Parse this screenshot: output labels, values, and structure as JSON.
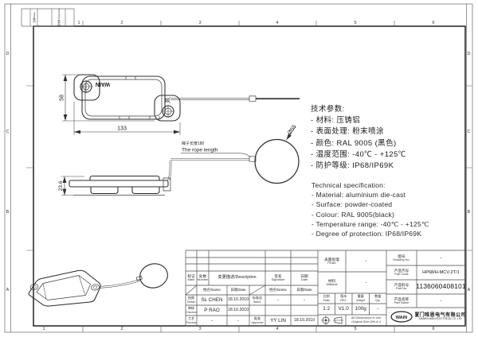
{
  "frame": {
    "zone_numbers": [
      "1",
      "2",
      "3",
      "4",
      "5",
      "6"
    ],
    "zone_letters": [
      "D",
      "C",
      "B",
      "A"
    ],
    "corner": {
      "c1": "日期/Date",
      "c2": "更改单 Dwg.Data"
    }
  },
  "views": {
    "top": {
      "brand": "WAIN",
      "dim_width": "133",
      "dim_height": "58"
    },
    "side": {
      "dim_height": "23.6"
    },
    "ring": {
      "dim_diameter": "Ø55"
    },
    "rope_note": {
      "cn": "绳子长度180",
      "en": "The rope length"
    }
  },
  "specs_cn": {
    "title": "技术参数:",
    "lines": [
      "- 材料: 压铸铝",
      "- 表面处理: 粉末喷涂",
      "- 颜色: RAL 9005 (黑色)",
      "- 温度范围: -40℃ - +125℃",
      "- 防护等级: IP68/IP69K"
    ]
  },
  "specs_en": {
    "title": "Technical specification:",
    "lines": [
      "- Material: aluminium die-cast",
      "- Surface: powder-coated",
      "- Colour: RAL 9005(black)",
      "- Temperature range: -40℃ - +125℃",
      "- Degree of protection: IP68/IP69K"
    ]
  },
  "titleblock": {
    "rev": {
      "mark_cn": "标记",
      "mark_en": "Mark",
      "number_cn": "处数",
      "number_en": "Number",
      "description": "变更描述/Description",
      "signature_cn": "签名",
      "signature_en": "Signature",
      "date_cn": "日期",
      "date_en": "Date",
      "name_sub": "姓名/Name",
      "date_sub": "日期/Date"
    },
    "rows": {
      "drawn": {
        "cn": "绘图",
        "en": "Drawn",
        "name": "SL CHEN",
        "date": "18.10.2010"
      },
      "checked": {
        "cn": "审核",
        "en": "Checked",
        "name": "P RAO",
        "date": "18.10.2010"
      },
      "process": {
        "cn": "工艺",
        "en": "Process",
        "name": "-",
        "date": "-"
      },
      "standard": {
        "cn": "标准化",
        "en": "Stand.",
        "name": "-",
        "date": "-"
      },
      "approved": {
        "cn": "批准",
        "en": "Approved",
        "name": "YY LIN",
        "date": "18.10.2010"
      }
    },
    "fields": {
      "finish": {
        "cn": "表面处理",
        "en": "Finish",
        "value": "-"
      },
      "material": {
        "cn": "材料",
        "en": "Material",
        "value": "-"
      },
      "scale": {
        "cn": "比例",
        "en": "Scale",
        "value": "1:2"
      },
      "rev": {
        "cn": "版本",
        "en": "REV.",
        "value": "V1.0"
      },
      "weight": {
        "cn": "重量",
        "en": "Weight",
        "value": "100g"
      },
      "qty": {
        "cn": "数量",
        "en": "Qty.",
        "value": "-"
      },
      "drawing_no": {
        "cn": "图号",
        "en": "Drawing No.",
        "value": "-"
      },
      "part_code": {
        "cn": "产品代号",
        "en": "Part Code",
        "value": "HP68/H-MCV-2T/1"
      },
      "part_no": {
        "cn": "产品料号",
        "en": "Part No.",
        "value": "1136060408101"
      },
      "part_name": {
        "cn": "产品名称",
        "en": "Part Name",
        "value": "-"
      }
    },
    "note": {
      "line1": "All Dimensions in mm",
      "line2": "Original Size DIN A 4"
    },
    "company": {
      "logo": "WAIN",
      "cn": "厦门唯恩电气有限公司",
      "en": "XIAMEN WAIN ELECTRICAL CO.,LTD"
    }
  }
}
